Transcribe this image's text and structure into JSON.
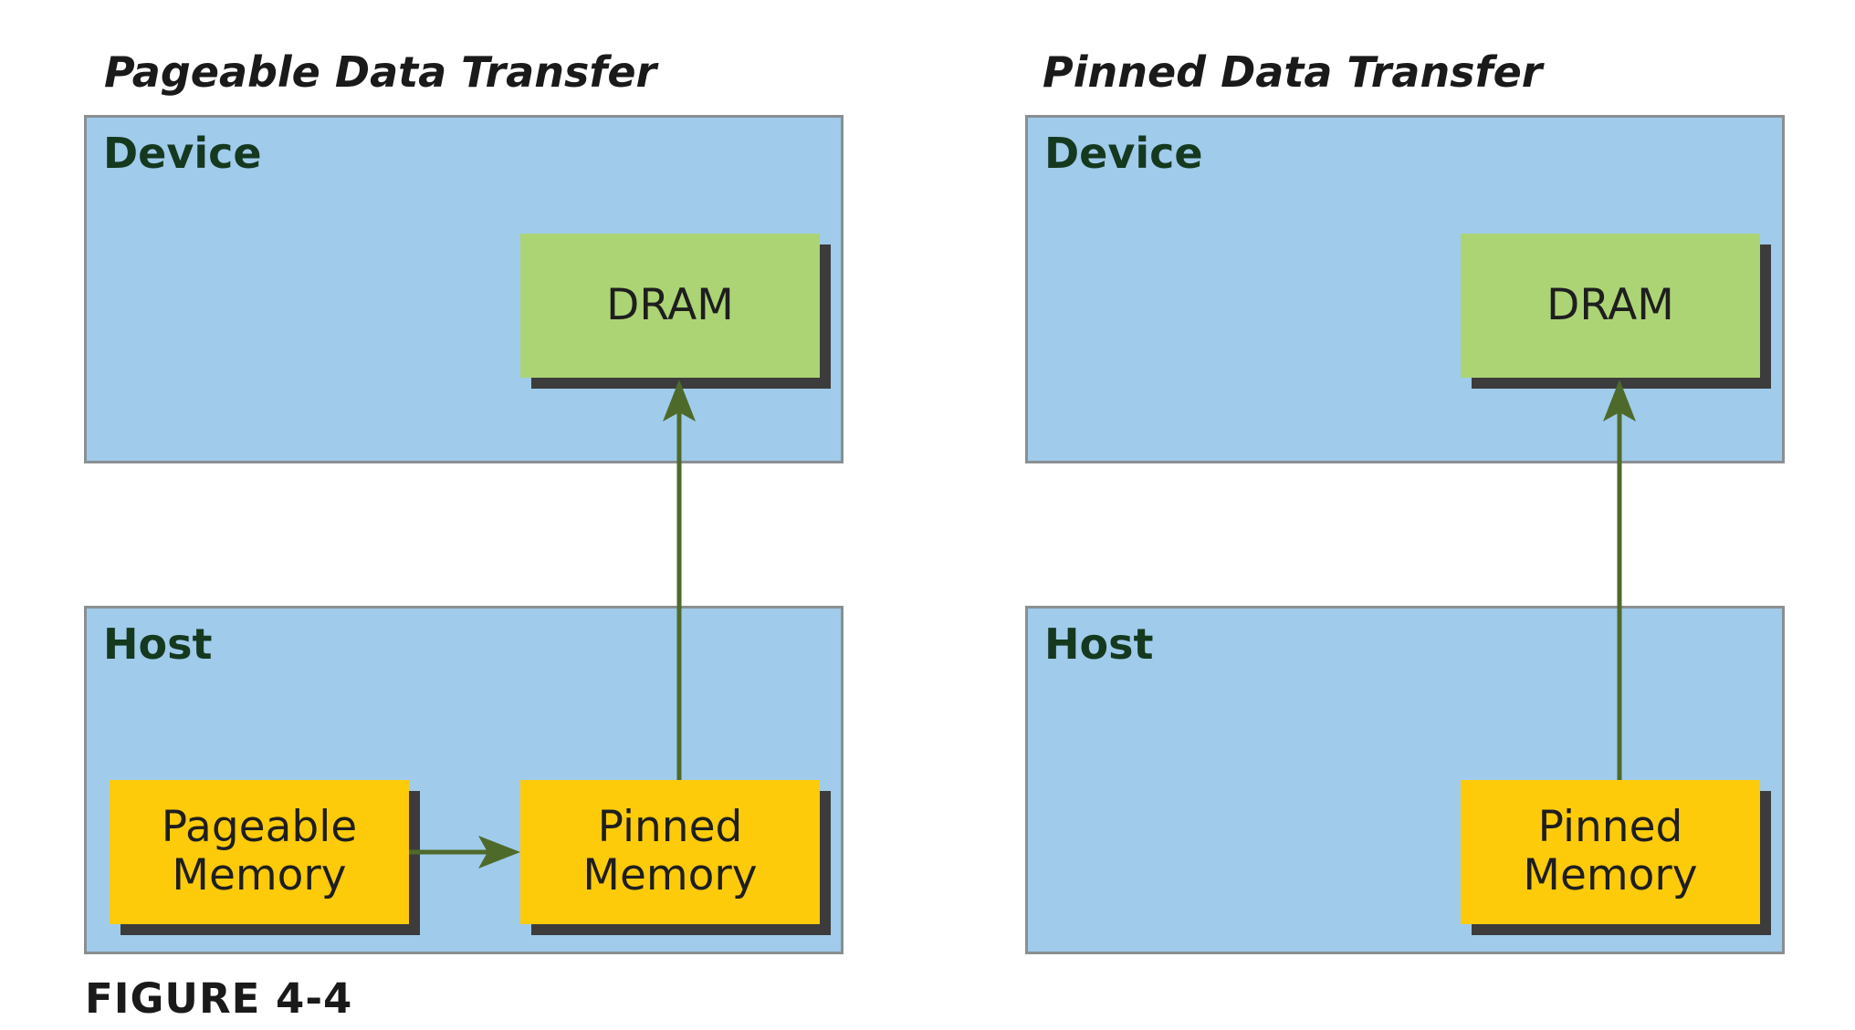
{
  "colors": {
    "panel_fill": "#a0cbeb",
    "panel_border": "#8a8f92",
    "dram_fill": "#acd475",
    "memory_fill": "#fecb0a",
    "box_shadow": "#3c3c3c",
    "arrow": "#4e6a2b"
  },
  "left": {
    "title": "Pageable Data Transfer",
    "device_label": "Device",
    "dram_label": "DRAM",
    "host_label": "Host",
    "pageable_label": "Pageable\nMemory",
    "pinned_label": "Pinned\nMemory"
  },
  "right": {
    "title": "Pinned Data Transfer",
    "device_label": "Device",
    "dram_label": "DRAM",
    "host_label": "Host",
    "pinned_label": "Pinned\nMemory"
  },
  "caption": "FIGURE 4-4"
}
